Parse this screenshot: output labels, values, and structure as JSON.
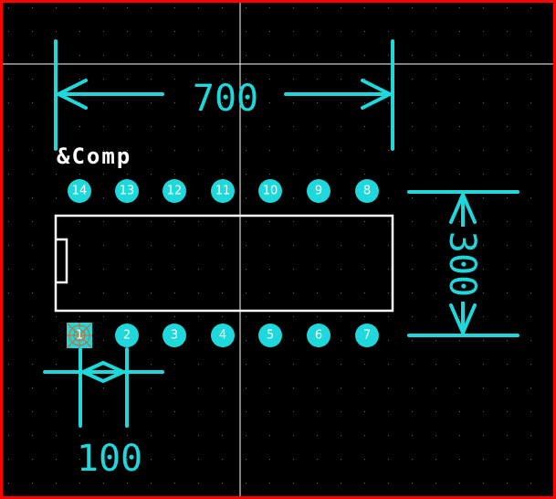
{
  "colors": {
    "background": "#000000",
    "border": "#ff0000",
    "dimension": "#1ed8dc",
    "pad": "#1ed8dc",
    "outline": "#ffffff",
    "crosshair": "#ffffff",
    "grid": "#666666",
    "pin_text": "#ffffff",
    "ref_text": "#ffffff"
  },
  "component": {
    "ref_designator": "&Comp",
    "pins_top": [
      "14",
      "13",
      "12",
      "11",
      "10",
      "9",
      "8"
    ],
    "pins_bottom": [
      "1",
      "2",
      "3",
      "4",
      "5",
      "6",
      "7"
    ]
  },
  "dimensions": {
    "width_label": "700",
    "height_label": "300",
    "pitch_label": "100"
  },
  "icons": {
    "pin1": "square-pad-icon",
    "pad": "round-pad-icon"
  }
}
